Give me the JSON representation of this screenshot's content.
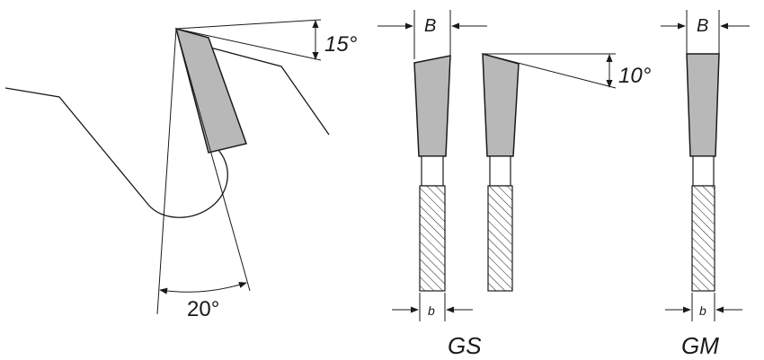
{
  "diagram": {
    "side_view": {
      "rake_angle": "15°",
      "clearance_angle": "20°"
    },
    "gs_profile": {
      "tooth_width_label": "B",
      "body_width_label": "b",
      "side_angle": "10°",
      "name": "GS"
    },
    "gm_profile": {
      "tooth_width_label": "B",
      "body_width_label": "b",
      "name": "GM"
    }
  },
  "colors": {
    "carbide": "#b8b8b8",
    "line": "#1a1a1a",
    "background": "#ffffff"
  }
}
